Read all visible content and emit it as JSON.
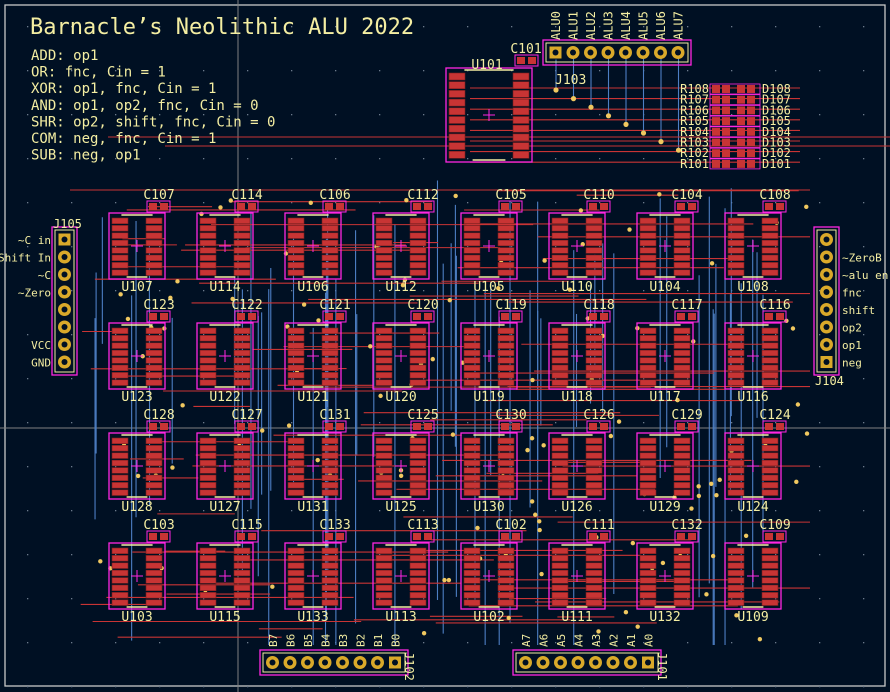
{
  "title": "Barnacle’s Neolithic ALU 2022",
  "notes": [
    "ADD: op1",
    "OR:  fnc, Cin = 1",
    "XOR: op1, fnc, Cin = 1",
    "AND: op1, op2, fnc, Cin = 0",
    "SHR: op2, shift, fnc, Cin = 0",
    "COM: neg, fnc, Cin = 1",
    "SUB: neg, op1"
  ],
  "colors": {
    "background": "#001023",
    "front_copper": "#c83434",
    "back_copper": "#4d7fc4",
    "courtyard": "#ff26e2",
    "silkscreen": "#f4eea2",
    "pad": "#d9a92a",
    "edge": "#c8c8c8"
  },
  "u101": {
    "ref": "U101",
    "cap": "C101"
  },
  "j103": {
    "ref": "J103",
    "pins": [
      "ALU0",
      "ALU1",
      "ALU2",
      "ALU3",
      "ALU4",
      "ALU5",
      "ALU6",
      "ALU7"
    ]
  },
  "led_array": {
    "resistors": [
      "R108",
      "R107",
      "R106",
      "R105",
      "R104",
      "R103",
      "R102",
      "R101"
    ],
    "leds": [
      "D108",
      "D107",
      "D106",
      "D105",
      "D104",
      "D103",
      "D102",
      "D101"
    ]
  },
  "j105": {
    "ref": "J105",
    "pins": [
      "~C in",
      "Shift In",
      "~C",
      "~Zero",
      "",
      "",
      "VCC",
      "GND"
    ]
  },
  "j104": {
    "ref": "J104",
    "pins": [
      "",
      "~ZeroB",
      "~alu en",
      "fnc",
      "shift",
      "op2",
      "op1",
      "neg"
    ]
  },
  "j102": {
    "ref": "J102",
    "pins": [
      "B7",
      "B6",
      "B5",
      "B4",
      "B3",
      "B2",
      "B1",
      "B0"
    ]
  },
  "j101": {
    "ref": "J101",
    "pins": [
      "A7",
      "A6",
      "A5",
      "A4",
      "A3",
      "A2",
      "A1",
      "A0"
    ]
  },
  "chip_rows": [
    [
      {
        "u": "U107",
        "c": "C107"
      },
      {
        "u": "U114",
        "c": "C114"
      },
      {
        "u": "U106",
        "c": "C106"
      },
      {
        "u": "U112",
        "c": "C112"
      },
      {
        "u": "U105",
        "c": "C105"
      },
      {
        "u": "U110",
        "c": "C110"
      },
      {
        "u": "U104",
        "c": "C104"
      },
      {
        "u": "U108",
        "c": "C108"
      }
    ],
    [
      {
        "u": "U123",
        "c": "C123"
      },
      {
        "u": "U122",
        "c": "C122"
      },
      {
        "u": "U121",
        "c": "C121"
      },
      {
        "u": "U120",
        "c": "C120"
      },
      {
        "u": "U119",
        "c": "C119"
      },
      {
        "u": "U118",
        "c": "C118"
      },
      {
        "u": "U117",
        "c": "C117"
      },
      {
        "u": "U116",
        "c": "C116"
      }
    ],
    [
      {
        "u": "U128",
        "c": "C128"
      },
      {
        "u": "U127",
        "c": "C127"
      },
      {
        "u": "U131",
        "c": "C131"
      },
      {
        "u": "U125",
        "c": "C125"
      },
      {
        "u": "U130",
        "c": "C130"
      },
      {
        "u": "U126",
        "c": "C126"
      },
      {
        "u": "U129",
        "c": "C129"
      },
      {
        "u": "U124",
        "c": "C124"
      }
    ],
    [
      {
        "u": "U103",
        "c": "C103"
      },
      {
        "u": "U115",
        "c": "C115"
      },
      {
        "u": "U133",
        "c": "C133"
      },
      {
        "u": "U113",
        "c": "C113"
      },
      {
        "u": "U102",
        "c": "C102"
      },
      {
        "u": "U111",
        "c": "C111"
      },
      {
        "u": "U132",
        "c": "C132"
      },
      {
        "u": "U109",
        "c": "C109"
      }
    ]
  ]
}
